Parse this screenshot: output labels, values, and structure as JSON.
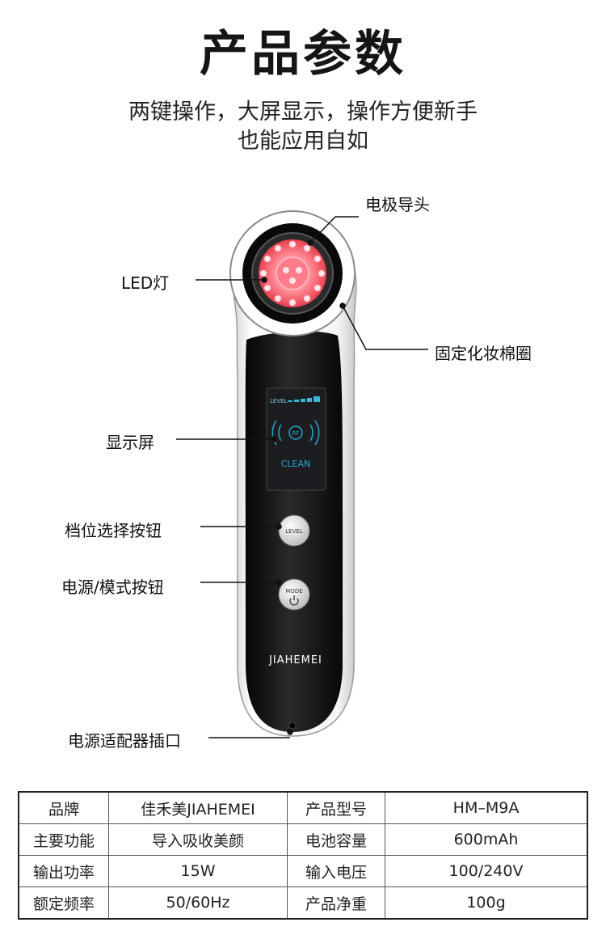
{
  "header": {
    "title": "产品参数",
    "subtitle_line1": "两键操作，大屏显示，操作方便新手",
    "subtitle_line2": "也能应用自如"
  },
  "device": {
    "screen": {
      "level_text": "LEVEL",
      "rf_text": "RF",
      "mode_text": "CLEAN"
    },
    "level_button_text": "LEVEL",
    "mode_button_text": "MODE",
    "brand_text": "JIAHEMEI",
    "colors": {
      "body": "#111111",
      "shell": "#f2f2f2",
      "led": "#ff5a6e",
      "screen": "#2aa8c8"
    }
  },
  "callouts": {
    "electrode": "电极导头",
    "led": "LED灯",
    "ring": "固定化妆棉圈",
    "screen": "显示屏",
    "level": "档位选择按钮",
    "power": "电源/模式按钮",
    "port": "电源适配器插口"
  },
  "specs": {
    "rows": [
      {
        "k1": "品牌",
        "v1": "佳禾美JIAHEMEI",
        "k2": "产品型号",
        "v2": "HM–M9A"
      },
      {
        "k1": "主要功能",
        "v1": "导入吸收美颜",
        "k2": "电池容量",
        "v2": "600mAh"
      },
      {
        "k1": "输出功率",
        "v1": "15W",
        "k2": "输入电压",
        "v2": "100/240V"
      },
      {
        "k1": "额定频率",
        "v1": "50/60Hz",
        "k2": "产品净重",
        "v2": "100g"
      }
    ]
  }
}
